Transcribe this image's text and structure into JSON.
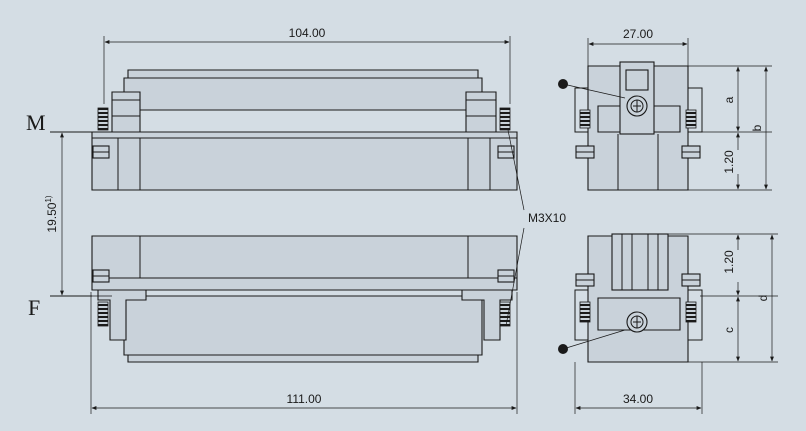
{
  "labels": {
    "dim_top_width": "104.00",
    "dim_bottom_width": "111.00",
    "dim_side_top_width": "27.00",
    "dim_side_bottom_width": "34.00",
    "dim_vertical": "19.50",
    "dim_vertical_note": "1)",
    "dim_side_a": "a",
    "dim_side_b": "b",
    "dim_side_c": "c",
    "dim_side_d": "d",
    "dim_offset_top": "1.20",
    "dim_offset_bottom": "1.20",
    "screw_callout": "M3X10",
    "male_marker": "M",
    "female_marker": "F"
  },
  "colors": {
    "background": "#d4dde4",
    "line": "#1a1a1a",
    "body_fill": "#c9d2da"
  }
}
